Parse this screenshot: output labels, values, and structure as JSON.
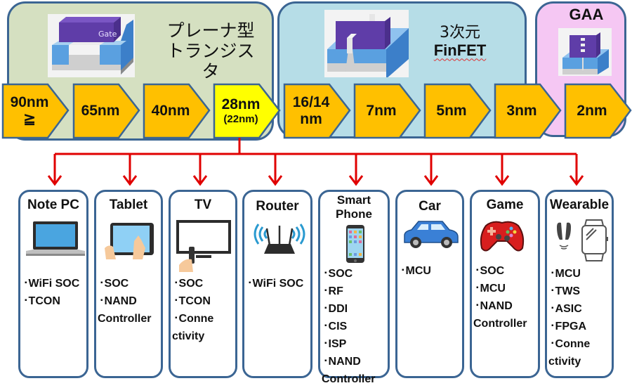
{
  "groups": {
    "planar": {
      "title_line1": "プレーナ型",
      "title_line2": "トランジスタ",
      "image_label": "Gate",
      "bg": "#d5e0c1"
    },
    "finfet": {
      "title_line1": "3次元",
      "title_line2": "FinFET",
      "bg": "#b6dde7"
    },
    "gaa": {
      "title": "GAA",
      "bg": "#f5c7f3"
    }
  },
  "nodes": [
    {
      "line1": "90nm",
      "line2": "≧",
      "highlight": false
    },
    {
      "line1": "65nm",
      "line2": "",
      "highlight": false
    },
    {
      "line1": "40nm",
      "line2": "",
      "highlight": false
    },
    {
      "line1": "28nm",
      "line2": "(22nm)",
      "highlight": true
    },
    {
      "line1": "16/14",
      "line2": "nm",
      "highlight": false
    },
    {
      "line1": "7nm",
      "line2": "",
      "highlight": false
    },
    {
      "line1": "5nm",
      "line2": "",
      "highlight": false
    },
    {
      "line1": "3nm",
      "line2": "",
      "highlight": false
    },
    {
      "line1": "2nm",
      "line2": "",
      "highlight": false
    }
  ],
  "colors": {
    "node_fill": "#ffc000",
    "node_highlight": "#ffff00",
    "node_border": "#3b6593",
    "connector": "#e00000",
    "card_border": "#3b6593"
  },
  "applications": [
    {
      "title": "Note PC",
      "icon": "laptop-icon",
      "items": [
        "WiFi SOC",
        "TCON"
      ]
    },
    {
      "title": "Tablet",
      "icon": "tablet-icon",
      "items": [
        "SOC",
        "NAND",
        "~Controller"
      ]
    },
    {
      "title": "TV",
      "icon": "tv-icon",
      "items": [
        "SOC",
        "TCON",
        "Conne",
        "~ctivity"
      ]
    },
    {
      "title": "Router",
      "icon": "router-icon",
      "items": [
        "WiFi SOC"
      ]
    },
    {
      "title": "Smart Phone",
      "icon": "smartphone-icon",
      "items": [
        "SOC",
        "RF",
        "DDI",
        "CIS",
        "ISP",
        "NAND",
        "~Controller"
      ]
    },
    {
      "title": "Car",
      "icon": "car-icon",
      "items": [
        "MCU"
      ]
    },
    {
      "title": "Game",
      "icon": "game-controller-icon",
      "items": [
        "SOC",
        "MCU",
        "NAND",
        "~Controller"
      ]
    },
    {
      "title": "Wearable",
      "icon": "wearable-icon",
      "items": [
        "MCU",
        "TWS",
        "ASIC",
        "FPGA",
        "Conne",
        "~ctivity"
      ]
    }
  ]
}
